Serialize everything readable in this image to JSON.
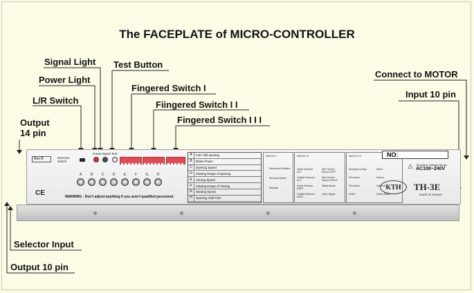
{
  "title": "The FACEPLATE of MICRO-CONTROLLER",
  "callouts": {
    "signal_light": "Signal Light",
    "power_light": "Power Light",
    "test_button": "Test Button",
    "lr_switch": "L/R Switch",
    "output_14": "Output\n14 pin",
    "fingered_1": "Fingered Switch I",
    "fingered_2": "Fiingered Switch I I",
    "fingered_3": "Fingered Switch I I I",
    "connect_motor": "Connect to MOTOR",
    "input_10": "Input 10 pin",
    "selector_input": "Selector Input",
    "output_10": "Output 10 pin"
  },
  "device": {
    "rev": "Rev B",
    "direction_switch": "Direction Switch",
    "led_labels": [
      "Power",
      "Signal",
      "Test"
    ],
    "knob_labels": [
      "A",
      "B",
      "C",
      "D",
      "E",
      "F",
      "G",
      "H"
    ],
    "ce_mark": "CE",
    "warning": "WARNING : Don't adjust anything if you aren't qualified personnel.",
    "settings_table": [
      {
        "key": "A",
        "text": "Full / half opening"
      },
      {
        "key": "B",
        "text": "Brake Power"
      },
      {
        "key": "C",
        "text": "Opening Speed"
      },
      {
        "key": "D",
        "text": "Slowing Range of opening"
      },
      {
        "key": "E",
        "text": "Closing Speed"
      },
      {
        "key": "F",
        "text": "Slowing Range of Closing"
      },
      {
        "key": "G",
        "text": "Slowing Speed"
      },
      {
        "key": "H",
        "text": "Opening Hold Time"
      }
    ],
    "switch1_title": "SWITCH I",
    "switch2_title": "SWITCH II",
    "switch3_title": "SWITCH III",
    "switch1_items": [
      "Directional Rotation",
      "Reversal Switch",
      "Standby"
    ],
    "switch2_items": [
      "Inside Sensors ACT",
      "Outside Sensors ACT",
      "Inside Sensors SAFE",
      "Outside Sensors SAFE",
      "Side Screen Sensor LEFT",
      "Side Screen Sensor RIGHT",
      "Safety Beam",
      "Open Signal"
    ],
    "switch3_items": [
      "Emergency Stop",
      "Fire Alarm",
      "Fire Alarm",
      "Under",
      "Motor",
      "Sensor",
      "Interlock",
      "Safety Beam"
    ],
    "no_label": "NO:",
    "voltage_label": "Operation Voltage Range",
    "voltage": "AC100~240V",
    "logo": "KTH",
    "model": "TH-3E",
    "made_in": "MADE IN TAIWAN"
  },
  "colors": {
    "background": "#fbfbe6",
    "dip_switch": "#e24b54",
    "leader": "#222222"
  }
}
